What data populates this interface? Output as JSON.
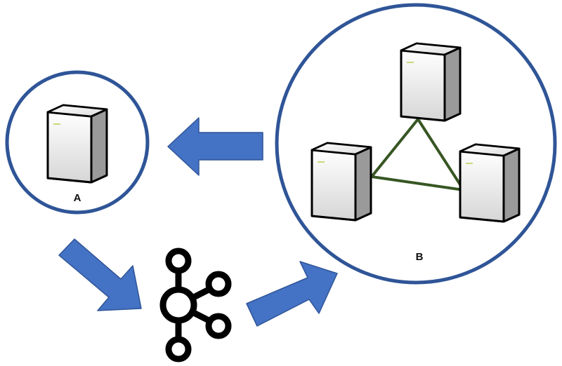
{
  "colors": {
    "circle_stroke": "#2f5597",
    "arrow_fill": "#4472c4",
    "arrow_stroke": "#2f5597",
    "link_stroke": "#375623",
    "hub_icon": "#000000"
  },
  "node_a": {
    "label": "A",
    "icon": "server-tower-icon"
  },
  "node_b": {
    "label": "B",
    "icons": [
      "server-tower-icon",
      "server-tower-icon",
      "server-tower-icon"
    ]
  },
  "hub": {
    "icon": "kafka-hub-icon"
  },
  "arrows": [
    "arrow-b-to-a",
    "arrow-a-to-hub",
    "arrow-hub-to-b"
  ]
}
